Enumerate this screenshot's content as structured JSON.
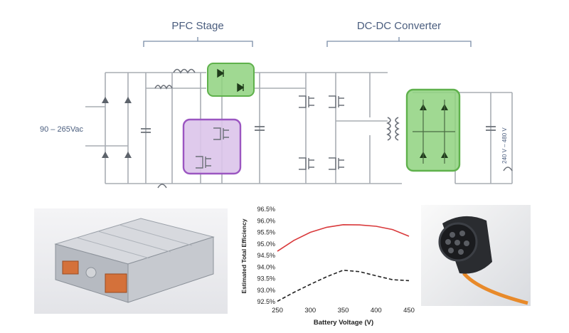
{
  "diagram": {
    "pfc_label": "PFC Stage",
    "dcdc_label": "DC-DC Converter",
    "input_label": "90 – 265Vac",
    "output_label": "240 V – 480 V",
    "colors": {
      "wire": "#a9adb4",
      "label": "#4a5d7e",
      "green_fill": "#8fd27f",
      "green_border": "#5fb14c",
      "purple_fill": "#dcc4ea",
      "purple_border": "#9b56c1"
    }
  },
  "photos": {
    "left_icon": "ev-onboard-charger-module-photo",
    "right_icon": "ev-charging-connector-plug-photo"
  },
  "chart_data": {
    "type": "line",
    "x": [
      250,
      275,
      300,
      325,
      350,
      375,
      400,
      425,
      450
    ],
    "series": [
      {
        "values": [
          94.68,
          95.15,
          95.5,
          95.72,
          95.83,
          95.82,
          95.76,
          95.62,
          95.33
        ],
        "color": "#d9393b",
        "dash": "solid"
      },
      {
        "values": [
          92.52,
          92.9,
          93.25,
          93.58,
          93.86,
          93.8,
          93.62,
          93.45,
          93.41
        ],
        "color": "#222222",
        "dash": "dashed"
      }
    ],
    "xlabel": "Battery Voltage (V)",
    "ylabel": "Estimated Total Efficiency",
    "xlim": [
      250,
      450
    ],
    "ylim": [
      92.5,
      96.5
    ],
    "x_ticks": [
      "250",
      "300",
      "350",
      "400",
      "450"
    ],
    "y_ticks": [
      "96.5%",
      "96.0%",
      "95.5%",
      "95.0%",
      "94.5%",
      "94.0%",
      "93.5%",
      "93.0%",
      "92.5%"
    ],
    "grid": false
  }
}
